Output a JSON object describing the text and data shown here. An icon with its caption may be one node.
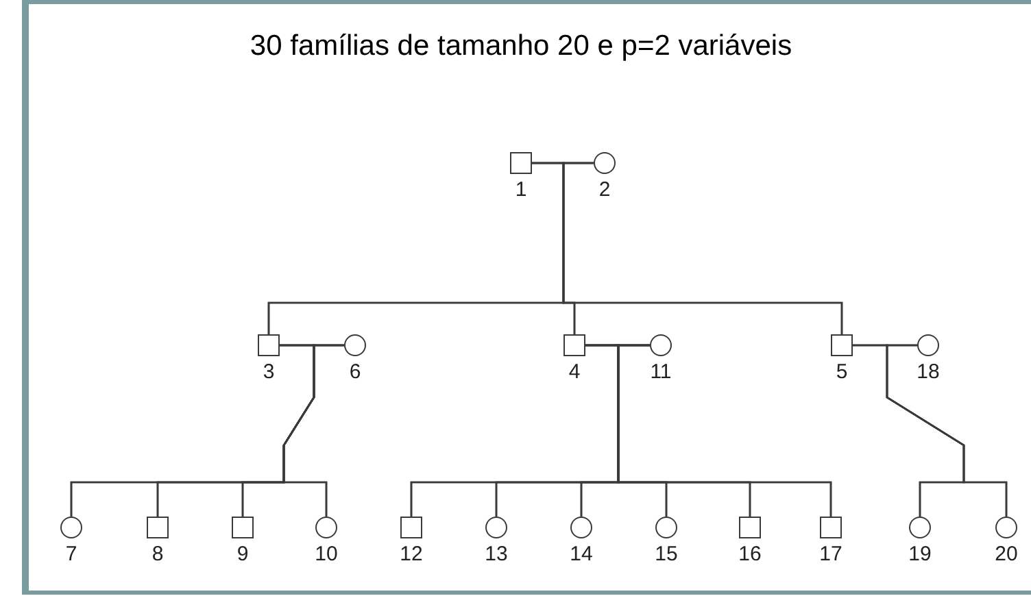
{
  "diagram": {
    "title": "30 famílias de tamanho 20 e p=2 variáveis",
    "nodes": [
      {
        "text": [],
        "shape": "box",
        "beside": [
          "1"
        ]
      },
      {
        "text": [],
        "shape": "circle",
        "beside": [
          "2"
        ]
      },
      {
        "text": [],
        "shape": "box",
        "beside": [
          "3"
        ]
      },
      {
        "text": [],
        "shape": "circle",
        "beside": [
          "6"
        ]
      },
      {
        "text": [],
        "shape": "box",
        "beside": [
          "4"
        ]
      },
      {
        "text": [],
        "shape": "circle",
        "beside": [
          "11"
        ]
      },
      {
        "text": [],
        "shape": "box",
        "beside": [
          "5"
        ]
      },
      {
        "text": [],
        "shape": "circle",
        "beside": [
          "18"
        ]
      },
      {
        "text": [],
        "shape": "circle",
        "beside": [
          "7"
        ]
      },
      {
        "text": [],
        "shape": "box",
        "beside": [
          "8"
        ]
      },
      {
        "text": [],
        "shape": "box",
        "beside": [
          "9"
        ]
      },
      {
        "text": [],
        "shape": "circle",
        "beside": [
          "10"
        ]
      },
      {
        "text": [],
        "shape": "box",
        "beside": [
          "12"
        ]
      },
      {
        "text": [],
        "shape": "circle",
        "beside": [
          "13"
        ]
      },
      {
        "text": [],
        "shape": "circle",
        "beside": [
          "14"
        ]
      },
      {
        "text": [],
        "shape": "circle",
        "beside": [
          "15"
        ]
      },
      {
        "text": [],
        "shape": "box",
        "beside": [
          "16"
        ]
      },
      {
        "text": [],
        "shape": "box",
        "beside": [
          "17"
        ]
      },
      {
        "text": [],
        "shape": "circle",
        "beside": [
          "19"
        ]
      },
      {
        "text": [],
        "shape": "circle",
        "beside": [
          "20"
        ]
      }
    ],
    "edges": [
      {
        "from": 0,
        "to": 1,
        "arrow": "none"
      },
      {
        "from": 2,
        "to": 3,
        "arrow": "none"
      },
      {
        "from": 4,
        "to": 5,
        "arrow": "none"
      },
      {
        "from": 6,
        "to": 7,
        "arrow": "none"
      },
      {
        "from": 0,
        "to": 2,
        "arrow": "none"
      },
      {
        "from": 0,
        "to": 4,
        "arrow": "none"
      },
      {
        "from": 0,
        "to": 6,
        "arrow": "none"
      },
      {
        "from": 1,
        "to": 2,
        "arrow": "none"
      },
      {
        "from": 1,
        "to": 4,
        "arrow": "none"
      },
      {
        "from": 1,
        "to": 6,
        "arrow": "none"
      },
      {
        "from": 2,
        "to": 8,
        "arrow": "none"
      },
      {
        "from": 2,
        "to": 9,
        "arrow": "none"
      },
      {
        "from": 2,
        "to": 10,
        "arrow": "none"
      },
      {
        "from": 2,
        "to": 11,
        "arrow": "none"
      },
      {
        "from": 3,
        "to": 8,
        "arrow": "none"
      },
      {
        "from": 3,
        "to": 9,
        "arrow": "none"
      },
      {
        "from": 3,
        "to": 10,
        "arrow": "none"
      },
      {
        "from": 3,
        "to": 11,
        "arrow": "none"
      },
      {
        "from": 4,
        "to": 12,
        "arrow": "none"
      },
      {
        "from": 4,
        "to": 13,
        "arrow": "none"
      },
      {
        "from": 4,
        "to": 14,
        "arrow": "none"
      },
      {
        "from": 4,
        "to": 15,
        "arrow": "none"
      },
      {
        "from": 4,
        "to": 16,
        "arrow": "none"
      },
      {
        "from": 4,
        "to": 17,
        "arrow": "none"
      },
      {
        "from": 5,
        "to": 12,
        "arrow": "none"
      },
      {
        "from": 5,
        "to": 13,
        "arrow": "none"
      },
      {
        "from": 5,
        "to": 14,
        "arrow": "none"
      },
      {
        "from": 5,
        "to": 15,
        "arrow": "none"
      },
      {
        "from": 5,
        "to": 16,
        "arrow": "none"
      },
      {
        "from": 5,
        "to": 17,
        "arrow": "none"
      },
      {
        "from": 6,
        "to": 18,
        "arrow": "none"
      },
      {
        "from": 6,
        "to": 19,
        "arrow": "none"
      },
      {
        "from": 7,
        "to": 18,
        "arrow": "none"
      },
      {
        "from": 7,
        "to": 19,
        "arrow": "none"
      }
    ]
  }
}
